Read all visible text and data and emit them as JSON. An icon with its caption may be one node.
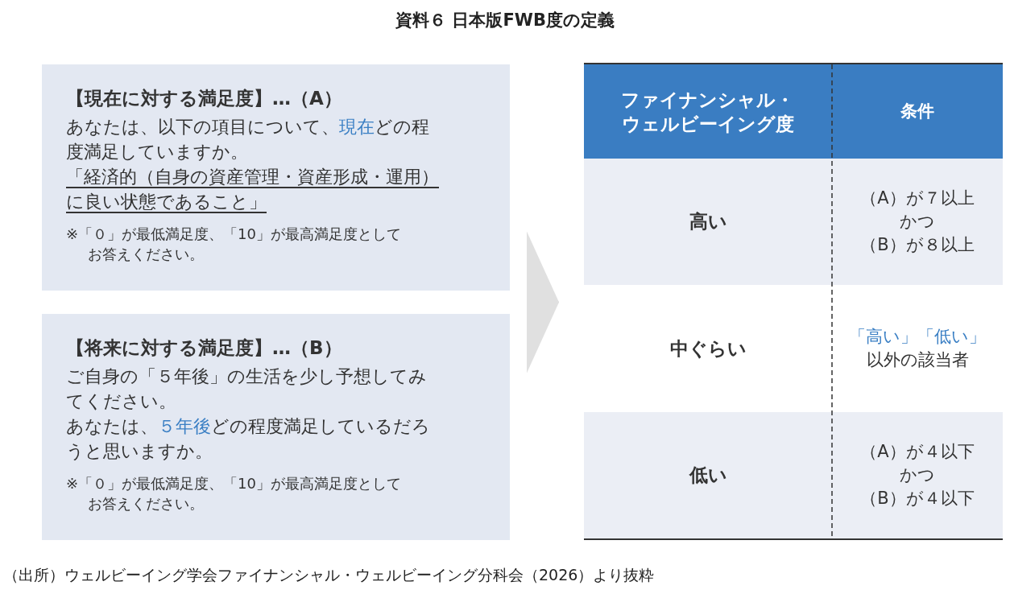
{
  "diagram": {
    "title": "資料６ 日本版FWB度の定義",
    "caption": "（出所）ウェルビーイング学会ファイナンシャル・ウェルビーイング分科会（2026）より抜粋",
    "nodes": [
      {
        "text": [
          "【現在に対する満足度】…（A）",
          "あなたは、以下の項目について、**現在**どの程度満足していますか。",
          "「経済的（自身の資産管理・資産形成・運用）に良い状態であること」",
          "※「０」が最低満足度、「10」が最高満足度としてお答えください。"
        ]
      },
      {
        "text": [
          "【将来に対する満足度】…（B）",
          "ご自身の「５年後」の生活を少し予想してみてください。",
          "あなたは、**５年後**どの程度満足しているだろうと思いますか。",
          "※「０」が最低満足度、「10」が最高満足度としてお答えください。"
        ]
      },
      {
        "text": [],
        "shape": "box"
      }
    ],
    "edges": [
      {
        "from": 0,
        "to": 2,
        "arrow": "to"
      },
      {
        "from": 1,
        "to": 2,
        "arrow": "to"
      }
    ],
    "labels": [
      "ファイナンシャル・ウェルビーイング度",
      "条件",
      "高い",
      "（A）が７以上",
      "かつ",
      "（B）が８以上",
      "中ぐらい",
      "**「高い」「低い」**以外の該当者",
      "低い",
      "（A）が４以下",
      "かつ",
      "（B）が４以下"
    ]
  }
}
